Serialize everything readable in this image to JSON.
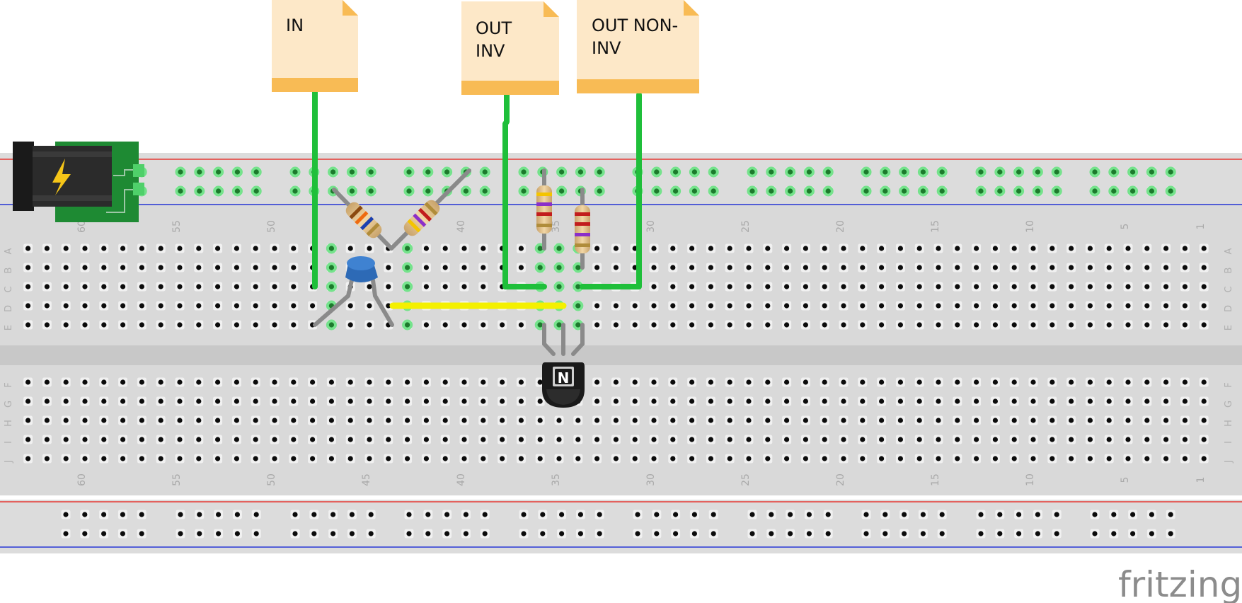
{
  "notes": [
    {
      "id": "note-in",
      "lines": [
        "IN"
      ]
    },
    {
      "id": "note-out-inv",
      "lines": [
        "OUT",
        "INV"
      ]
    },
    {
      "id": "note-out-non-inv",
      "lines": [
        "OUT NON-",
        "INV"
      ]
    }
  ],
  "column_numbers": [
    "60",
    "55",
    "50",
    "45",
    "40",
    "35",
    "30",
    "25",
    "20",
    "15",
    "10",
    "5",
    "1"
  ],
  "row_letters_top": [
    "A",
    "B",
    "C",
    "D",
    "E"
  ],
  "row_letters_bottom": [
    "F",
    "G",
    "H",
    "I",
    "J"
  ],
  "transistor_label": "N",
  "brand": "fritzing",
  "colors": {
    "wire_green": "#1fbf3a",
    "wire_yellow": "#f4f000",
    "note_body": "#fde8c8",
    "note_band": "#f8bb55",
    "board": "#d9d9d9",
    "rail_red": "#e53935",
    "rail_blue": "#2636d6",
    "capacitor": "#2d6ab6",
    "transistor": "#1a1a1a",
    "power_jack_board": "#1e8a33"
  }
}
